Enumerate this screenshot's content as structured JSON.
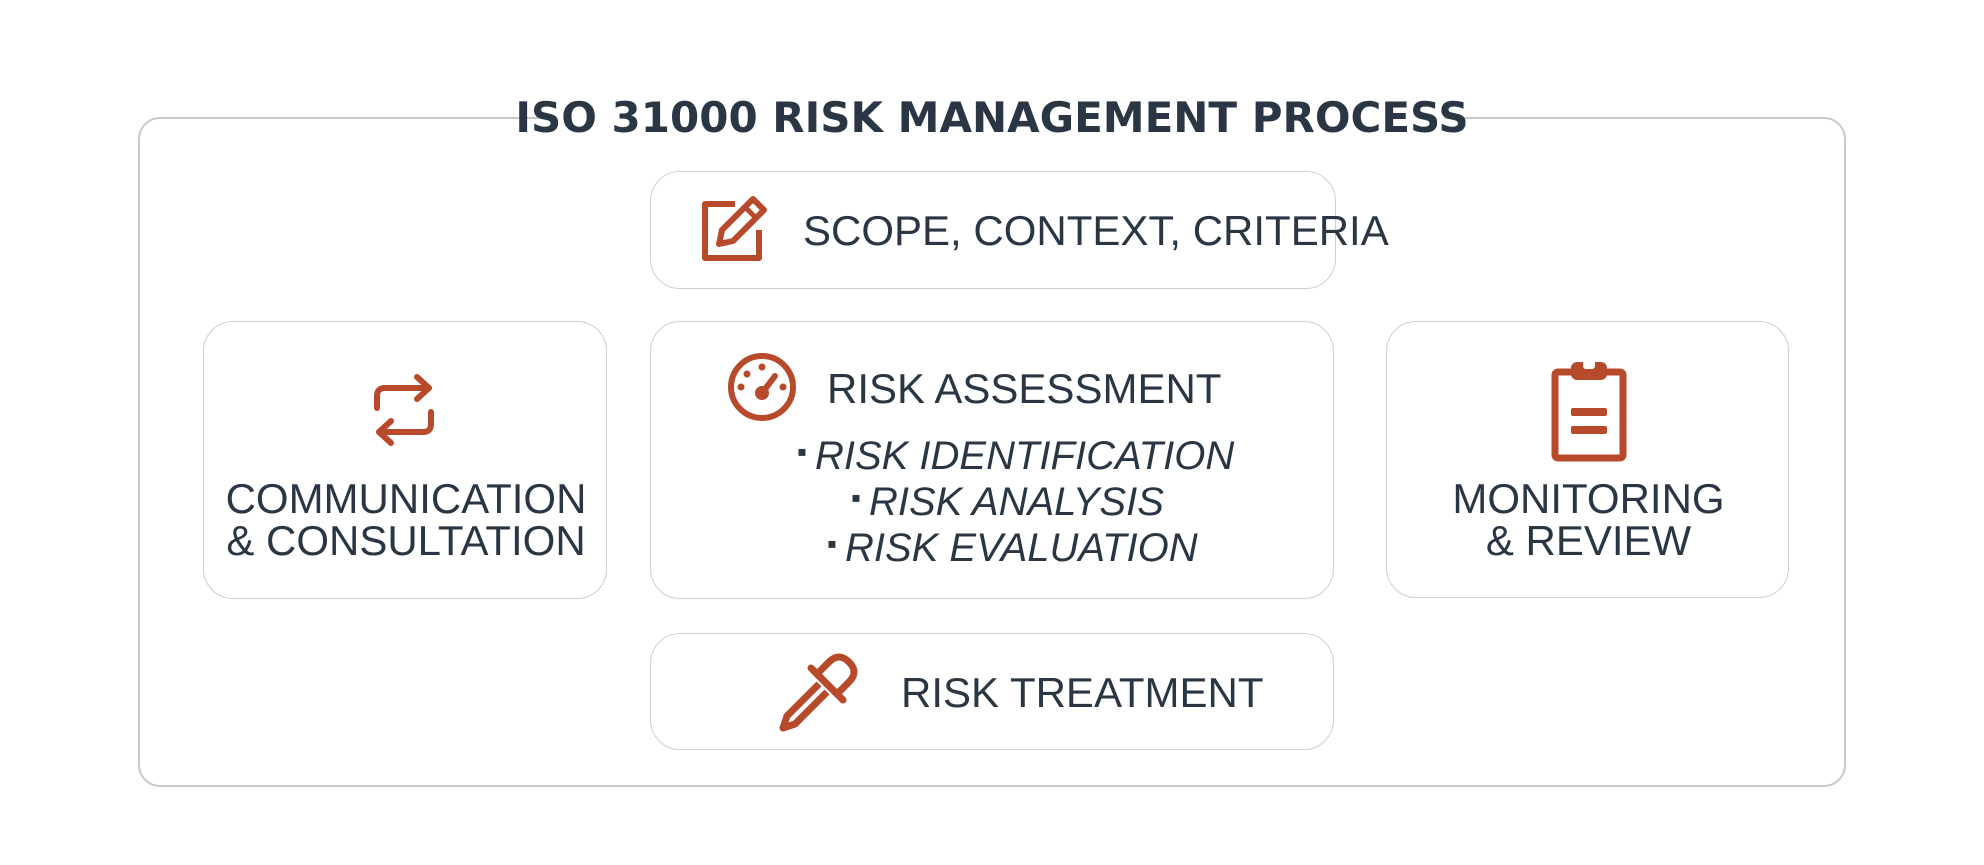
{
  "title": "ISO 31000 RISK MANAGEMENT PROCESS",
  "accent_color": "#b84a2c",
  "text_color": "#2a3644",
  "scope": {
    "label": "SCOPE, CONTEXT, CRITERIA",
    "icon": "edit-square-icon"
  },
  "communication": {
    "line1": "COMMUNICATION",
    "line2": "& CONSULTATION",
    "icon": "repeat-arrows-icon"
  },
  "assessment": {
    "label": "RISK ASSESSMENT",
    "icon": "gauge-icon",
    "items": [
      "RISK IDENTIFICATION",
      "RISK ANALYSIS",
      "RISK EVALUATION"
    ]
  },
  "monitoring": {
    "line1": "MONITORING",
    "line2": "& REVIEW",
    "icon": "clipboard-icon"
  },
  "treatment": {
    "label": "RISK TREATMENT",
    "icon": "dropper-icon"
  }
}
